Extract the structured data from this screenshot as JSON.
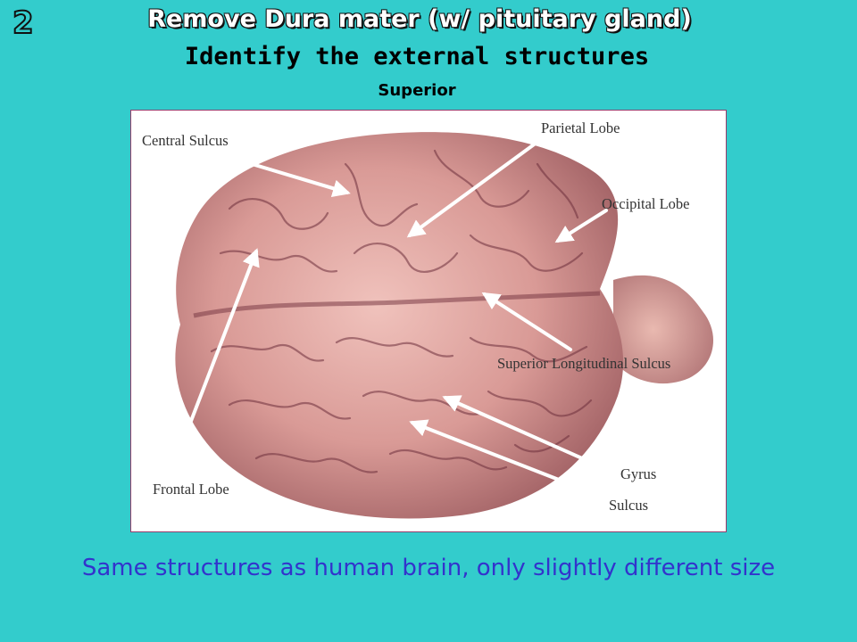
{
  "slide": {
    "number": "2",
    "title": "Remove Dura mater (w/ pituitary gland)",
    "subtitle": "Identify the external structures",
    "orientation": "Superior",
    "caption": "Same structures as human brain, only slightly different size"
  },
  "figure": {
    "labels": {
      "central_sulcus": "Central Sulcus",
      "parietal_lobe": "Parietal Lobe",
      "occipital_lobe": "Occipital Lobe",
      "superior_longitudinal_sulcus": "Superior Longitudinal Sulcus",
      "frontal_lobe": "Frontal Lobe",
      "gyrus": "Gyrus",
      "sulcus": "Sulcus"
    }
  },
  "colors": {
    "background": "#33CCCC",
    "caption": "#3333CC",
    "brain_tissue": "#D99A96",
    "photo_background": "#FFFFFF"
  }
}
